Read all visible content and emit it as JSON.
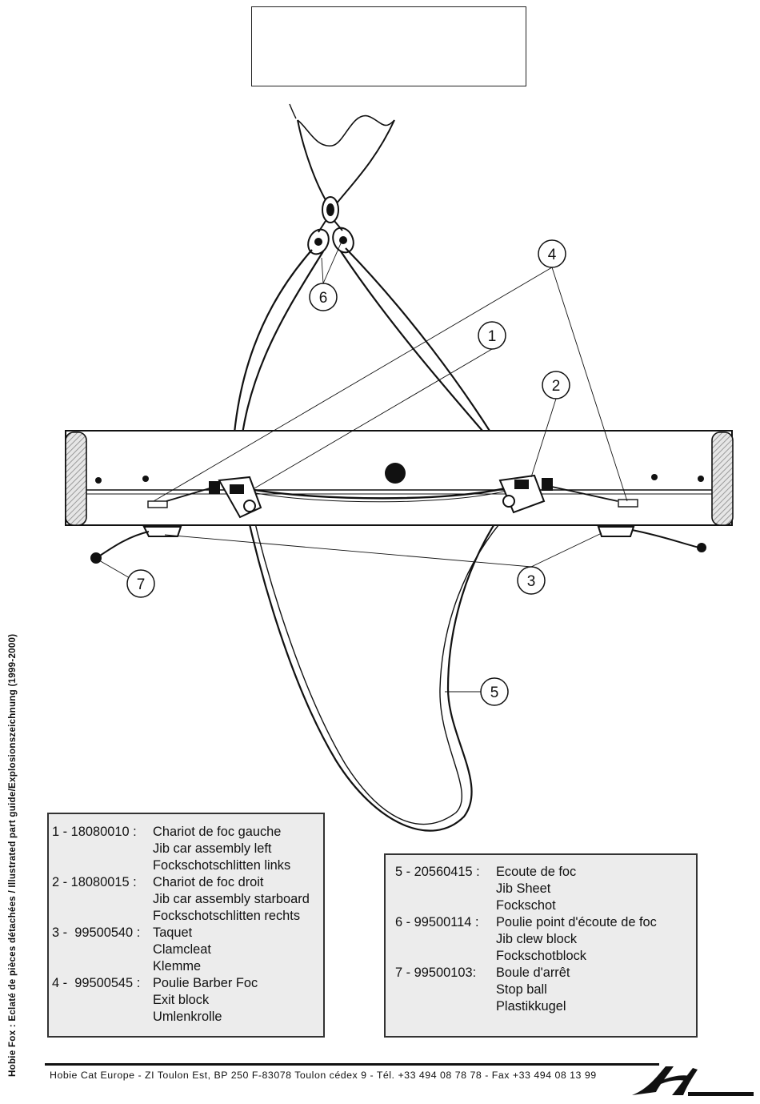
{
  "callouts": {
    "c1": "1",
    "c2": "2",
    "c3": "3",
    "c4": "4",
    "c5": "5",
    "c6": "6",
    "c7": "7"
  },
  "legend_left": [
    {
      "code": "1 - 18080010 :",
      "names": [
        "Chariot de foc gauche",
        "Jib car assembly left",
        "Fockschotschlitten links"
      ]
    },
    {
      "code": "2 - 18080015 :",
      "names": [
        "Chariot de foc droit",
        "Jib car assembly starboard",
        "Fockschotschlitten  rechts"
      ]
    },
    {
      "code": "3 -  99500540 :",
      "names": [
        "Taquet",
        "Clamcleat",
        "Klemme"
      ]
    },
    {
      "code": "4 -  99500545 :",
      "names": [
        "Poulie Barber Foc",
        "Exit  block",
        "Umlenkrolle"
      ]
    }
  ],
  "legend_right": [
    {
      "code": "5 - 20560415 :",
      "names": [
        "Ecoute de foc",
        "Jib Sheet",
        "Fockschot"
      ]
    },
    {
      "code": "6 - 99500114 :",
      "names": [
        "Poulie point d'écoute de foc",
        "Jib clew block",
        "Fockschotblock"
      ]
    },
    {
      "code": "7 - 99500103:",
      "names": [
        "Boule d'arrêt",
        "Stop ball",
        "Plastikkugel"
      ]
    }
  ],
  "side_text": "Hobie  Fox  :  Eclaté  de  pièces  détachées  /  Illustrated  part  guide/Explosionszeichnung  (1999-2000)",
  "footer_text": "Hobie Cat Europe - ZI Toulon Est, BP 250 F-83078 Toulon cédex 9 - Tél. +33 494 08 78 78 - Fax +33 494 08 13 99",
  "colors": {
    "ink": "#111111",
    "legend_bg": "#ececec",
    "hull_hatch": "#b5b5b5"
  }
}
